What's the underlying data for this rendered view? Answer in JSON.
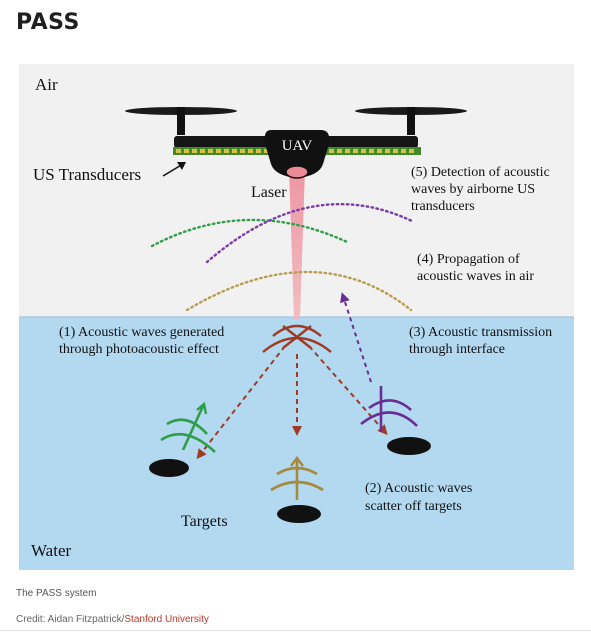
{
  "page": {
    "title": "PASS",
    "caption": "The PASS system",
    "credit_prefix": "Credit: Aidan Fitzpatrick/",
    "credit_link": "Stanford University"
  },
  "diagram": {
    "air_label": "Air",
    "water_label": "Water",
    "uav_label": "UAV",
    "transducers_label": "US Transducers",
    "laser_label": "Laser",
    "targets_label": "Targets",
    "step1": [
      "(1) Acoustic waves generated",
      "through photoacoustic effect"
    ],
    "step2": [
      "(2) Acoustic waves",
      "scatter off targets"
    ],
    "step3": [
      "(3) Acoustic transmission",
      "through interface"
    ],
    "step4": [
      "(4) Propagation of",
      "acoustic waves in air"
    ],
    "step5": [
      "(5) Detection of acoustic",
      "waves by airborne US",
      "transducers"
    ]
  },
  "colors": {
    "air_bg": "#f1f1f1",
    "water_bg": "#b3d9f1",
    "laser": "#e8a0a8",
    "acoustic_brown": "#a03a22",
    "scatter_green": "#2e9e49",
    "scatter_gold": "#a48a3a",
    "scatter_purple": "#6a2d91",
    "transducer_green": "#3f8a2a"
  }
}
